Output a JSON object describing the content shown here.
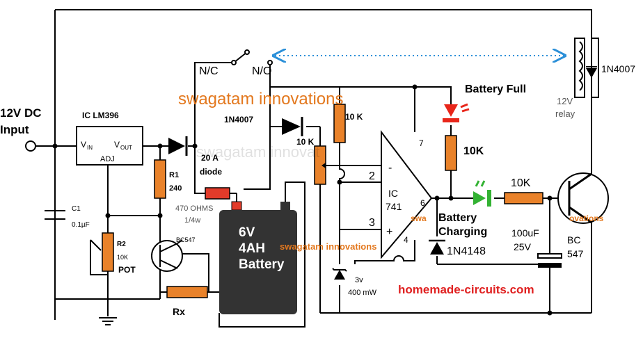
{
  "labels": {
    "input_voltage": "12V DC",
    "input_word": "Input",
    "ic_regulator": "IC LM396",
    "vin_main": "V",
    "vin_sub": "IN",
    "vout_main": "V",
    "vout_sub": "OUT",
    "adj": "ADJ",
    "c1_name": "C1",
    "c1_value": "0.1µF",
    "r1_name": "R1",
    "r1_value": "240",
    "r2_name": "R2",
    "r2_value": "10K",
    "pot": "POT",
    "transistor_bc547": "BC547",
    "rx": "Rx",
    "diode_20a_1": "20 A",
    "diode_20a_2": "diode",
    "res_470_1": "470 OHMS",
    "res_470_2": "1/4w",
    "battery_1": "6V",
    "battery_2": "4AH",
    "battery_3": "Battery",
    "relay_nc": "N/C",
    "relay_no": "N/O",
    "diode_1n4007_a": "1N4007",
    "res_10k_a": "10 K",
    "res_10k_b": "10 K",
    "ic_name": "IC",
    "ic_number": "741",
    "pin_2": "2",
    "pin_3": "3",
    "pin_7": "7",
    "pin_6": "6",
    "pin_4": "4",
    "minus": "-",
    "plus": "+",
    "zener_1": "3v",
    "zener_2": "400 mW",
    "battery_full": "Battery Full",
    "res_10k_c": "10K",
    "res_10k_d": "10K",
    "battery_charging_1": "Battery",
    "battery_charging_2": "Charging",
    "diode_1n4148": "1N4148",
    "cap_100uf_1": "100uF",
    "cap_100uf_2": "25V",
    "relay_1": "12V",
    "relay_2": "relay",
    "diode_1n4007_b": "1N4007",
    "bc547_1": "BC",
    "bc547_2": "547",
    "site": "homemade-circuits.com",
    "watermark_main": "swagatam innovations",
    "watermark_faint": "swagatam innovat",
    "watermark_mid": "swagatam innovations",
    "watermark_swa": "swa",
    "watermark_ovations": "ovations"
  },
  "colors": {
    "wire": "#000000",
    "resistor": "#e9822a",
    "resistor_red": "#e23b2a",
    "battery_body": "#333333",
    "battery_text": "#ffffff",
    "led_red": "#e8261a",
    "led_green": "#33b233",
    "dotted_arrow": "#2a8fd8",
    "watermark": "#e3781e",
    "site_text": "#e02020"
  }
}
